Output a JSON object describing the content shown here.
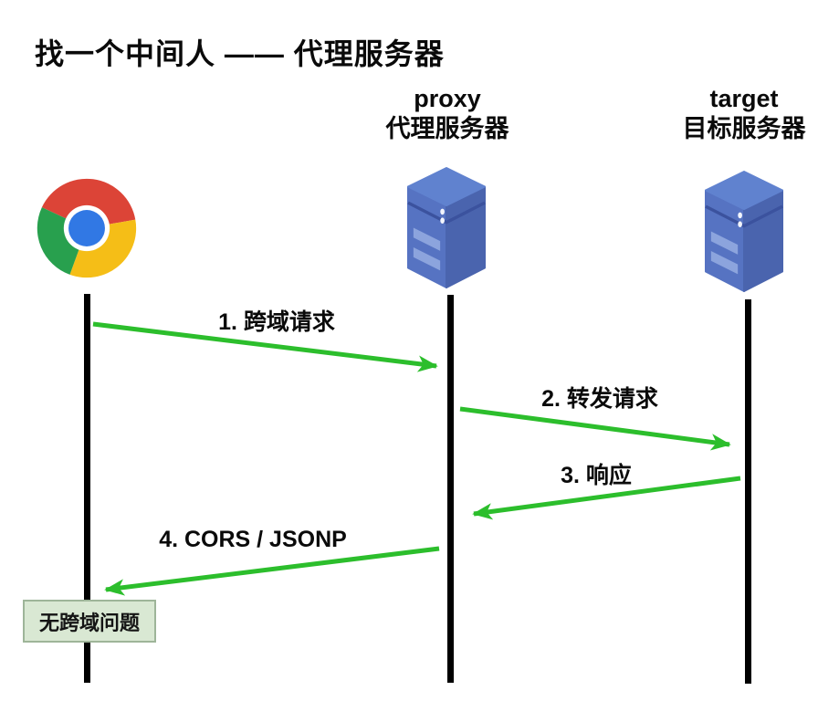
{
  "title": "找一个中间人 —— 代理服务器",
  "actors": [
    {
      "id": "browser",
      "name": "",
      "sub": "",
      "icon": "chrome-browser-icon"
    },
    {
      "id": "proxy",
      "name": "proxy",
      "sub": "代理服务器",
      "icon": "server-icon"
    },
    {
      "id": "target",
      "name": "target",
      "sub": "目标服务器",
      "icon": "server-icon"
    }
  ],
  "messages": [
    {
      "label": "1. 跨域请求",
      "from": "browser",
      "to": "proxy"
    },
    {
      "label": "2. 转发请求",
      "from": "proxy",
      "to": "target"
    },
    {
      "label": "3. 响应",
      "from": "target",
      "to": "proxy"
    },
    {
      "label": "4. CORS / JSONP",
      "from": "proxy",
      "to": "browser"
    }
  ],
  "note": {
    "label": "无跨域问题"
  },
  "colors": {
    "arrow_green": "#2cbe2c",
    "lifeline_black": "#000000",
    "note_bg": "#d9e8d3",
    "note_border": "#9eb599",
    "server_top": "#6082cf",
    "server_left": "#5673c2",
    "server_right": "#4a64ae",
    "server_stripe": "#8ca4dd",
    "server_groove": "#3b529e",
    "chrome_red": "#dc4437",
    "chrome_yellow": "#f5be17",
    "chrome_green": "#28a04e",
    "chrome_blue": "#3178e4"
  }
}
